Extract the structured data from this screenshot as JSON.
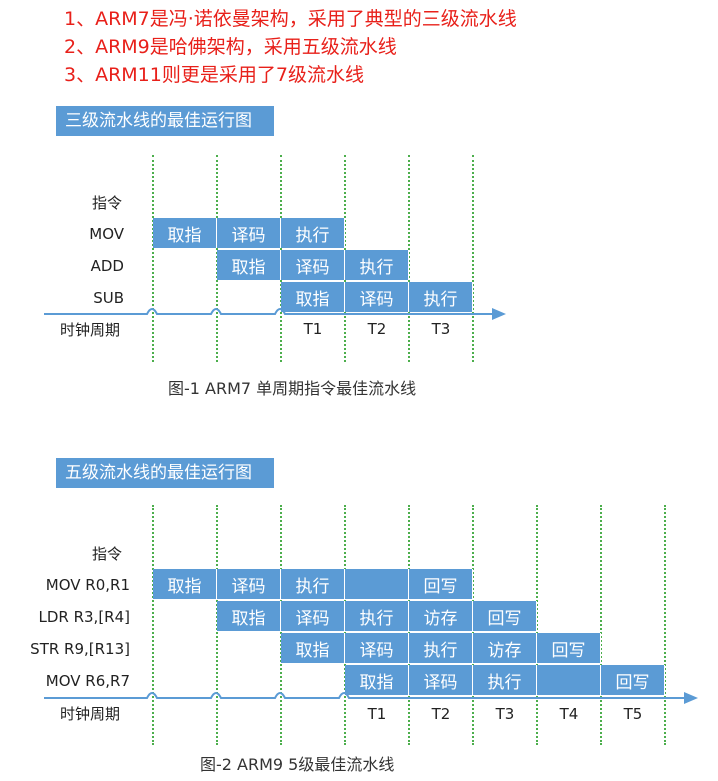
{
  "headlines": [
    "1、ARM7是冯·诺依曼架构，采用了典型的三级流水线",
    "2、ARM9是哈佛架构，采用五级流水线",
    "3、ARM11则更是采用了7级流水线"
  ],
  "diagram1": {
    "banner": "三级流水线的最佳运行图",
    "header_label": "指令",
    "clock_label": "时钟周期",
    "rows": [
      {
        "name": "MOV",
        "stages": [
          "取指",
          "译码",
          "执行"
        ]
      },
      {
        "name": "ADD",
        "stages": [
          "取指",
          "译码",
          "执行"
        ]
      },
      {
        "name": "SUB",
        "stages": [
          "取指",
          "译码",
          "执行"
        ]
      }
    ],
    "ticks": [
      "T1",
      "T2",
      "T3"
    ],
    "caption": "图-1 ARM7 单周期指令最佳流水线"
  },
  "diagram2": {
    "banner": "五级流水线的最佳运行图",
    "header_label": "指令",
    "clock_label": "时钟周期",
    "rows": [
      {
        "name": "MOV R0,R1",
        "stages": [
          "取指",
          "译码",
          "执行",
          "",
          "回写"
        ]
      },
      {
        "name": "LDR R3,[R4]",
        "stages": [
          "取指",
          "译码",
          "执行",
          "访存",
          "回写"
        ]
      },
      {
        "name": "STR R9,[R13]",
        "stages": [
          "取指",
          "译码",
          "执行",
          "访存",
          "回写"
        ]
      },
      {
        "name": "MOV R6,R7",
        "stages": [
          "取指",
          "译码",
          "执行",
          "",
          "回写"
        ]
      }
    ],
    "ticks": [
      "T1",
      "T2",
      "T3",
      "T4",
      "T5"
    ],
    "caption": "图-2 ARM9 5级最佳流水线"
  },
  "colors": {
    "headline": "#e8201a",
    "cell": "#5b9bd5",
    "guide": "#4cae4c",
    "axis": "#5b9bd5"
  }
}
